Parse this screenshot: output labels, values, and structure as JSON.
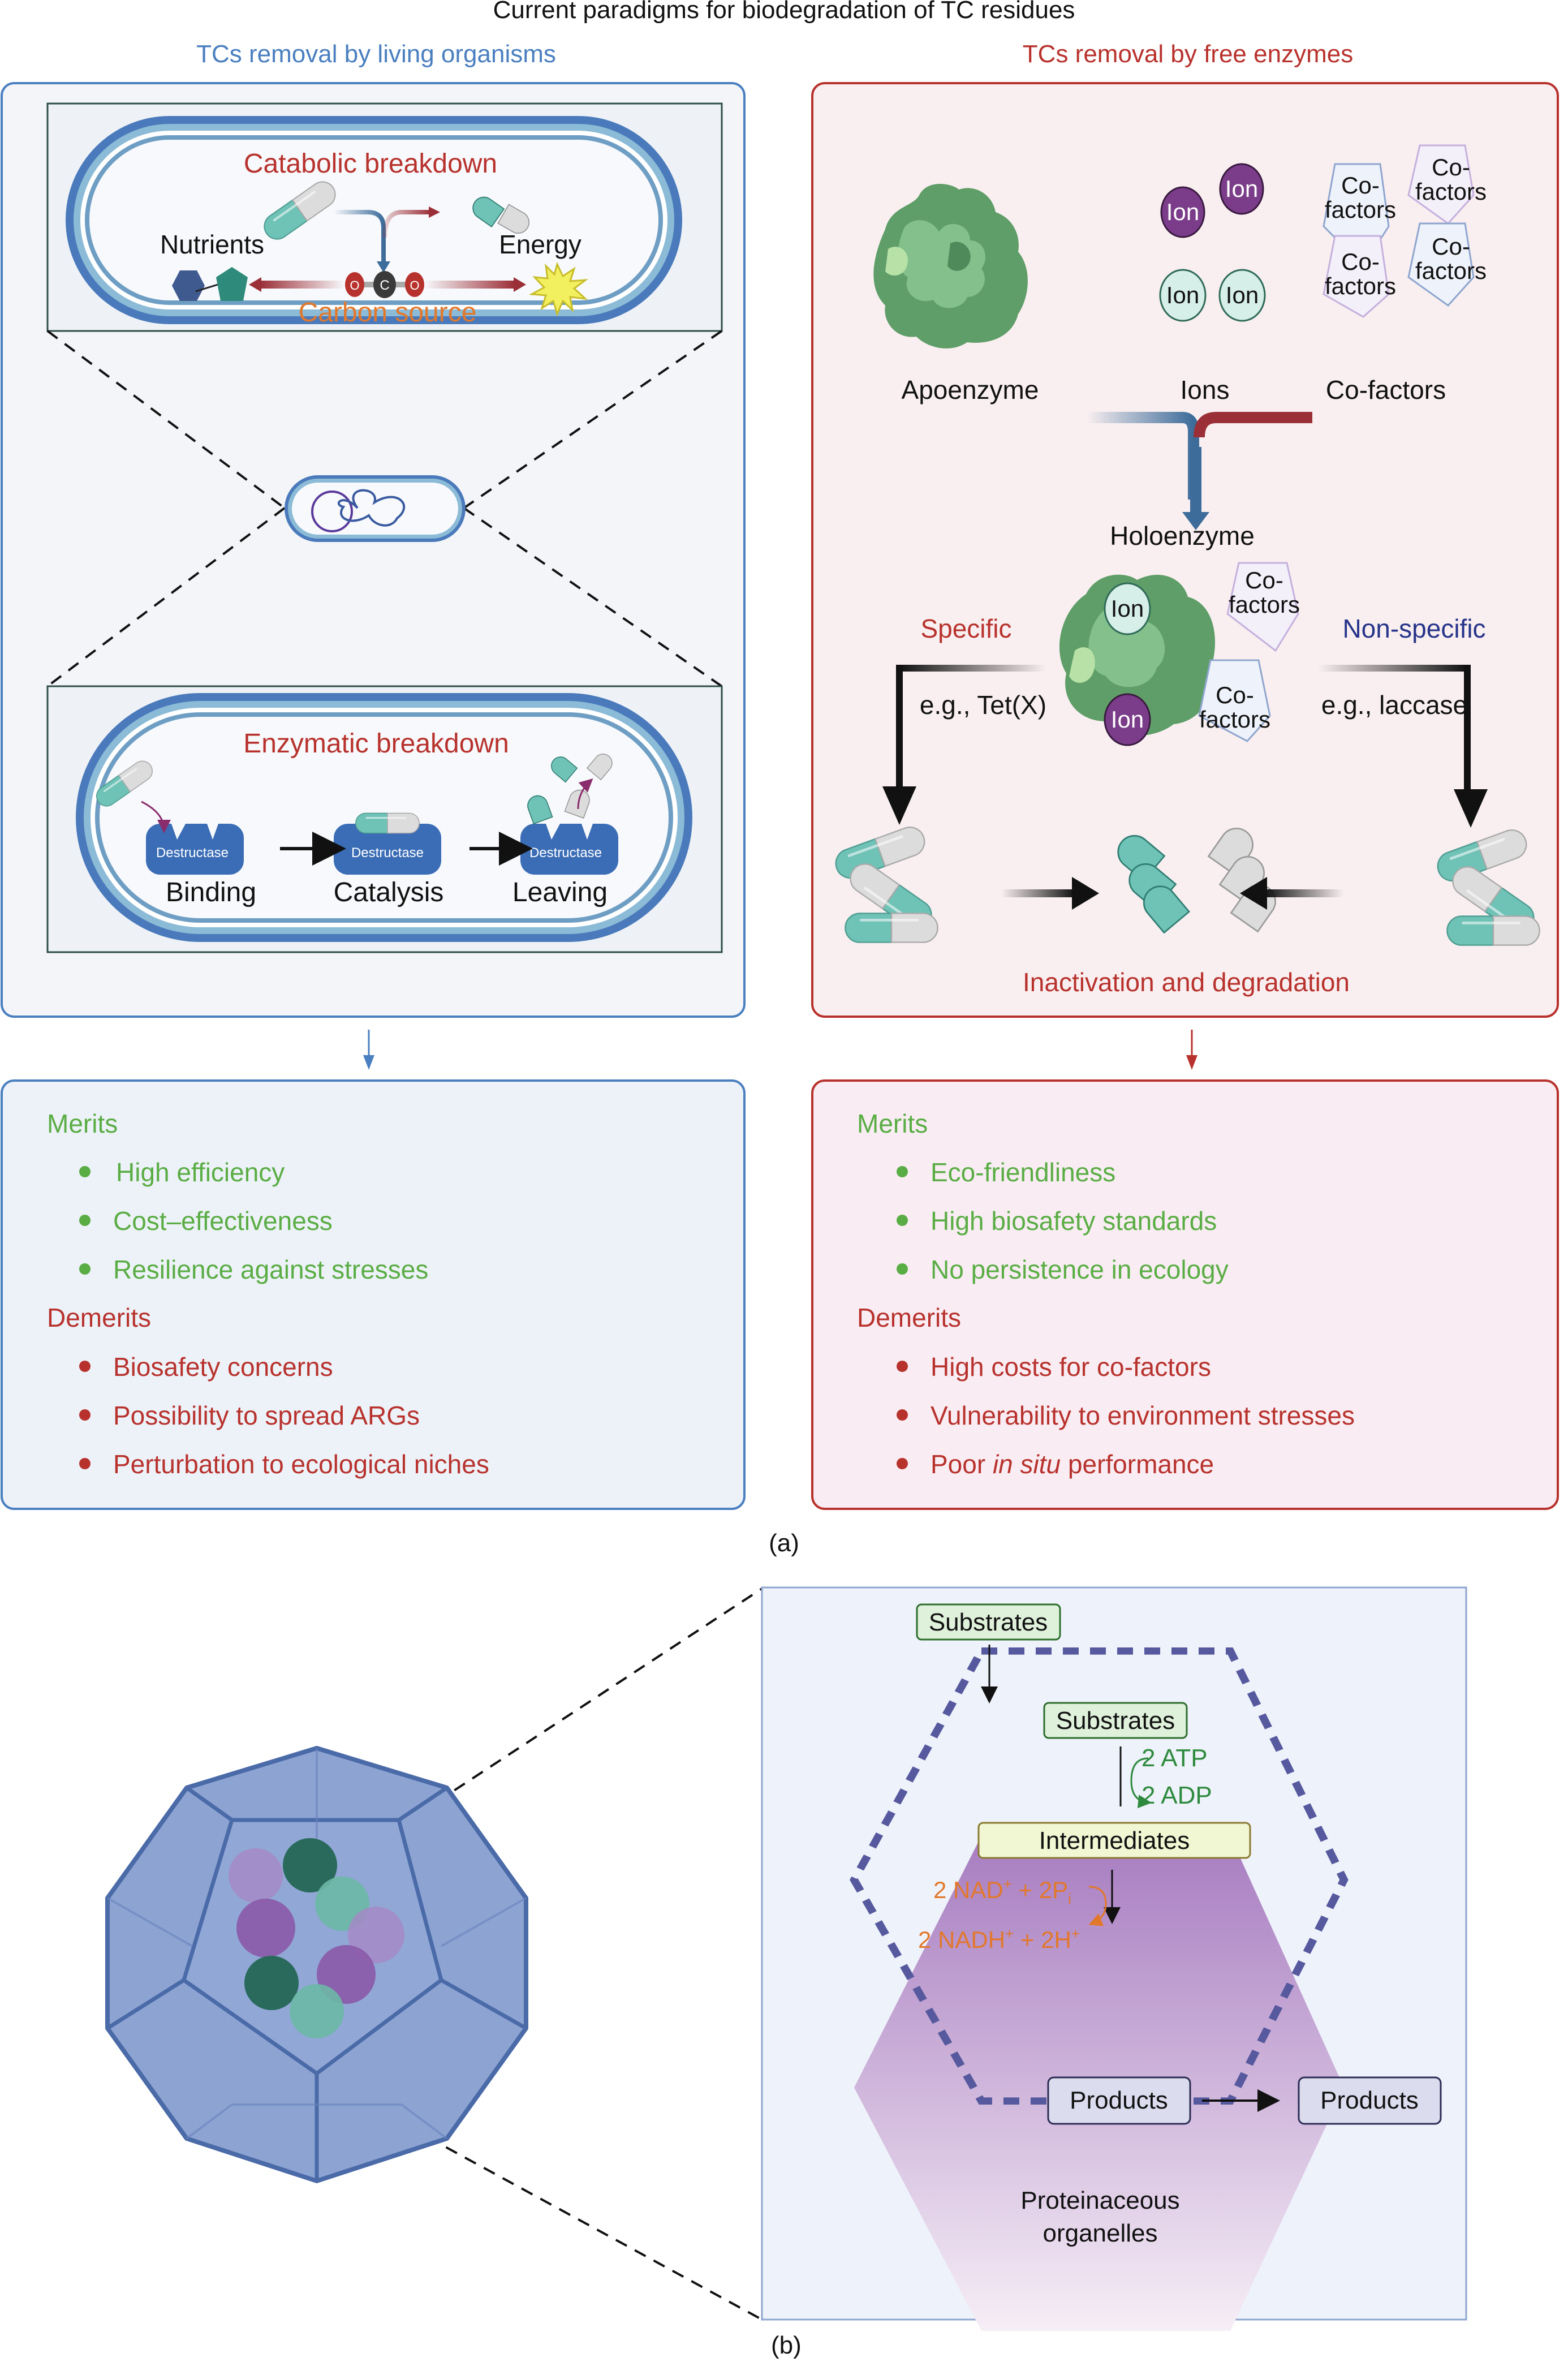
{
  "figure": {
    "title": "Current paradigms for biodegradation of TC residues",
    "panel_a_label": "(a)",
    "panel_b_label": "(b)"
  },
  "colors": {
    "living_accent": "#4a7fc0",
    "enzyme_accent": "#b8322d",
    "merit_green": "#5aad44",
    "demerit_red": "#b8322d",
    "living_bg": "#edf2f9",
    "enzyme_bg": "#faeef1"
  },
  "living": {
    "heading": "TCs removal by living organisms",
    "catabolic": {
      "title": "Catabolic breakdown",
      "nutrients": "Nutrients",
      "energy": "Energy",
      "carbon_source": "Carbon source",
      "atom_o": "O",
      "atom_c": "C"
    },
    "enzymatic": {
      "title": "Enzymatic breakdown",
      "enzyme_label": "Destructase",
      "steps": [
        "Binding",
        "Catalysis",
        "Leaving"
      ]
    },
    "merits_title": "Merits",
    "merits": [
      "High efficiency",
      "Cost–effectiveness",
      "Resilience against stresses"
    ],
    "demerits_title": "Demerits",
    "demerits": [
      "Biosafety concerns",
      "Possibility to spread ARGs",
      "Perturbation to ecological niches"
    ]
  },
  "enzymes": {
    "heading": "TCs removal by free enzymes",
    "ion_label": "Ion",
    "cofactor_line1": "Co-",
    "cofactor_line2": "factors",
    "components": [
      "Apoenzyme",
      "Ions",
      "Co-factors"
    ],
    "holoenzyme": "Holoenzyme",
    "specific": "Specific",
    "specific_example": "e.g., Tet(X)",
    "nonspecific": "Non-specific",
    "nonspecific_example": "e.g., laccase",
    "result": "Inactivation and degradation",
    "merits_title": "Merits",
    "merits": [
      "Eco-friendliness",
      "High biosafety standards",
      "No persistence in ecology"
    ],
    "demerits_title": "Demerits",
    "demerits": [
      "High costs for co-factors",
      "Vulnerability to environment stresses"
    ],
    "demerit_last": {
      "prefix": "Poor ",
      "italic": "in situ",
      "suffix": " performance"
    }
  },
  "organelle": {
    "substrates_outside": "Substrates",
    "substrates_inside": "Substrates",
    "atp": "2 ATP",
    "adp": "2 ADP",
    "intermediates": "Intermediates",
    "nad_line": {
      "a": "2 NAD",
      "sup": "+",
      "b": " + 2P",
      "sub": "i"
    },
    "nadh_line": {
      "a": "2 NADH",
      "sup": "+",
      "b": " + 2H",
      "sup2": "+"
    },
    "products_inside": "Products",
    "products_outside": "Products",
    "caption_line1": "Proteinaceous",
    "caption_line2": "organelles"
  }
}
